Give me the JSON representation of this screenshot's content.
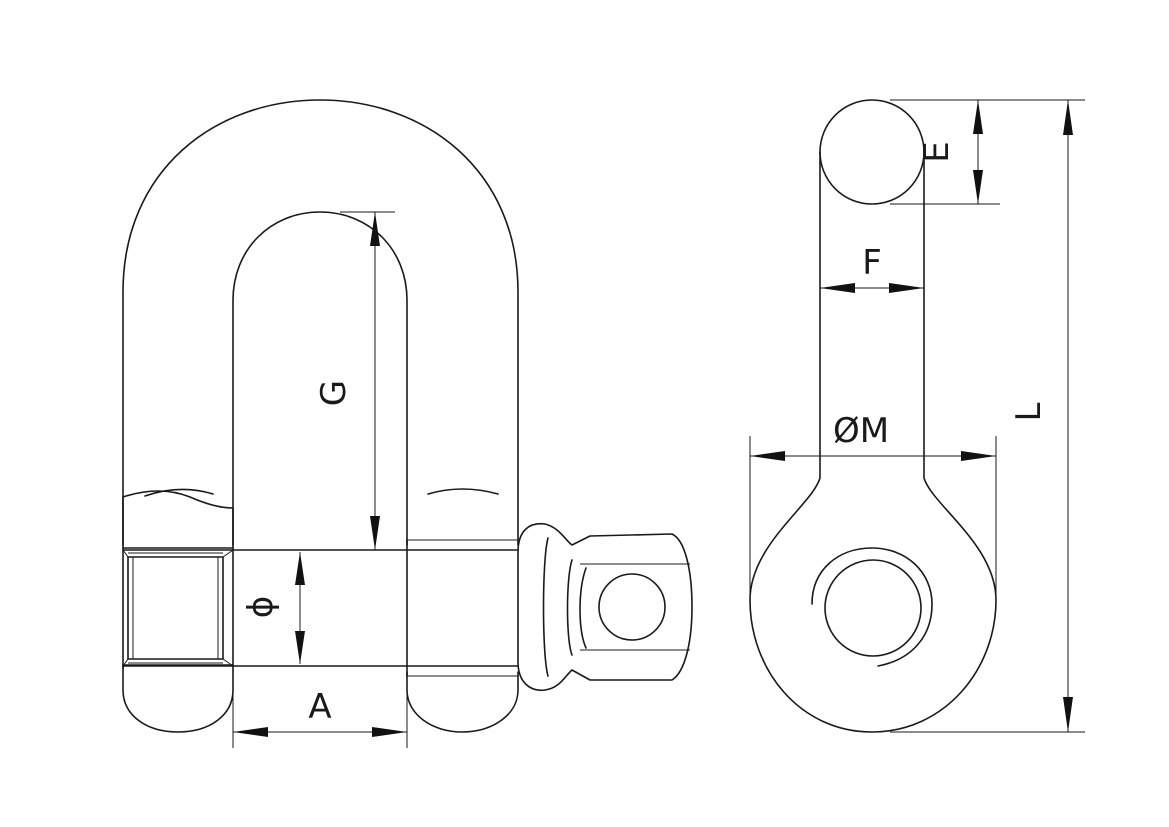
{
  "dimensions": {
    "a": "A",
    "g": "G",
    "phi": "ϕ",
    "e": "E",
    "f": "F",
    "om": "ØM",
    "l": "L"
  },
  "colors": {
    "line": "#1a1a1a",
    "background": "#ffffff"
  }
}
